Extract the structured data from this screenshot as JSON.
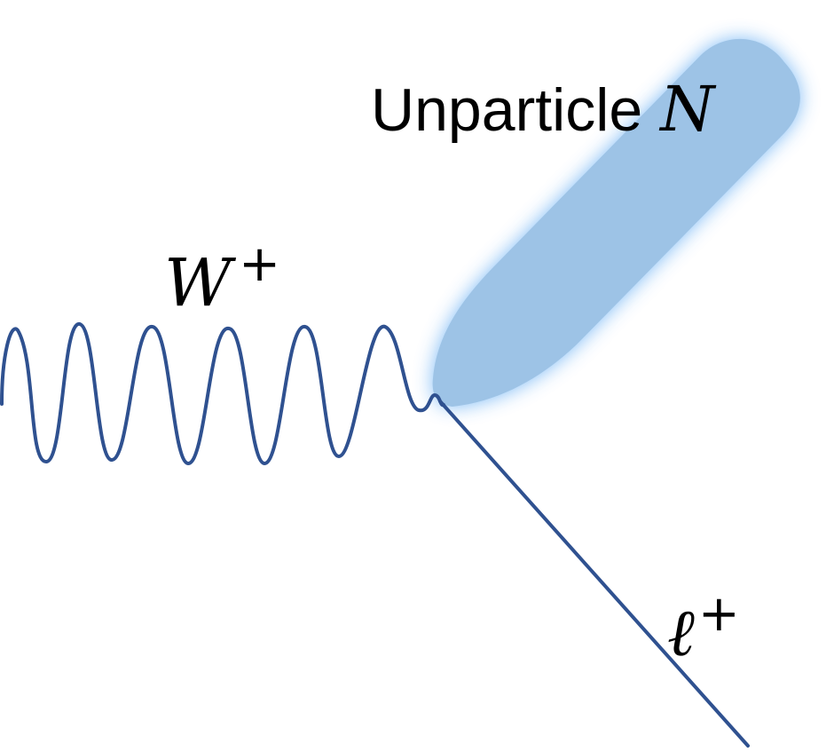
{
  "colors": {
    "line": "#2f5190",
    "blob_fill": "#9dc3e6",
    "blob_glow": "#6fb3f5",
    "background": "#ffffff",
    "text": "#000000"
  },
  "labels": {
    "unparticle_text": "Unparticle",
    "unparticle_symbol": "N",
    "w_symbol": "W",
    "w_charge": "+",
    "lepton_symbol": "ℓ",
    "lepton_charge": "+"
  }
}
